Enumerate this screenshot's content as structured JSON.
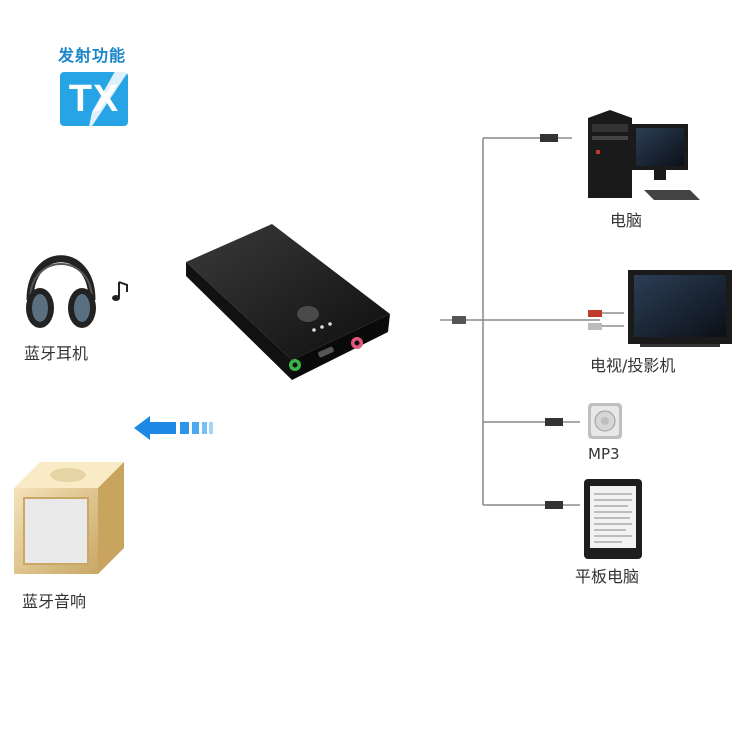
{
  "badge": {
    "caption": "发射功能",
    "code": "TX"
  },
  "outputs": [
    {
      "label": "蓝牙耳机",
      "icon": "headphones-icon"
    },
    {
      "label": "蓝牙音响",
      "icon": "speaker-icon"
    }
  ],
  "sources": [
    {
      "label": "电脑",
      "icon": "desktop-computer-icon"
    },
    {
      "label": "电视/投影机",
      "icon": "tv-icon"
    },
    {
      "label": "MP3",
      "icon": "mp3-player-icon"
    },
    {
      "label": "平板电脑",
      "icon": "ebook-reader-icon"
    }
  ],
  "colors": {
    "accent": "#27a4e6",
    "arrow": "#1e88e5",
    "device": "#1c1c1c",
    "jack_green": "#3ab54a",
    "jack_pink": "#e0577f"
  }
}
